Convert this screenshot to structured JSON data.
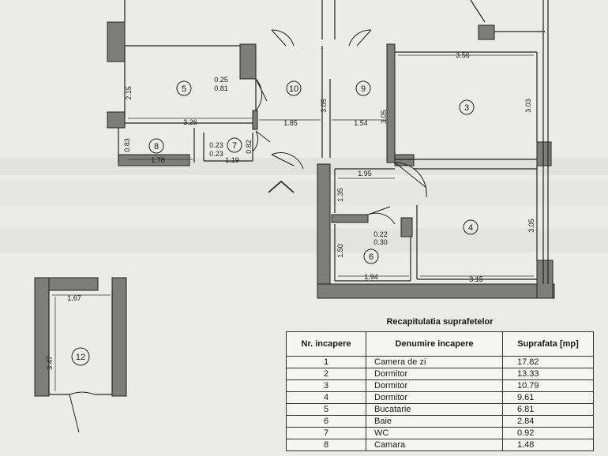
{
  "plan": {
    "rooms": [
      {
        "id": "5",
        "label": "5"
      },
      {
        "id": "10",
        "label": "10"
      },
      {
        "id": "9",
        "label": "9"
      },
      {
        "id": "3",
        "label": "3"
      },
      {
        "id": "8",
        "label": "8"
      },
      {
        "id": "7",
        "label": "7"
      },
      {
        "id": "4",
        "label": "4"
      },
      {
        "id": "6",
        "label": "6"
      },
      {
        "id": "12",
        "label": "12"
      }
    ],
    "dimensions": {
      "d_215": "2.15",
      "d_025a": "0.25",
      "d_081": "0.81",
      "d_326": "3.26",
      "d_083": "0.83",
      "d_178": "1.78",
      "d_023a": "0.23",
      "d_023b": "0.23",
      "d_119": "1.19",
      "d_082": "0.82",
      "d_185": "1.85",
      "d_305a": "3.05",
      "d_154": "1.54",
      "d_305b": "3.05",
      "d_356": "3.56",
      "d_303": "3.03",
      "d_195": "1.95",
      "d_135": "1.35",
      "d_022": "0.22",
      "d_030": "0.30",
      "d_150": "1.50",
      "d_194": "1.94",
      "d_315": "3.15",
      "d_305c": "3.05",
      "d_167": "1.67",
      "d_347": "3.47"
    }
  },
  "table": {
    "title": "Recapitulatia suprafetelor",
    "headers": [
      "Nr. incapere",
      "Denumire incapere",
      "Suprafata [mp]"
    ],
    "rows": [
      {
        "nr": "1",
        "name": "Camera de zi",
        "area": "17.82"
      },
      {
        "nr": "2",
        "name": "Dormitor",
        "area": "13.33"
      },
      {
        "nr": "3",
        "name": "Dormitor",
        "area": "10.79"
      },
      {
        "nr": "4",
        "name": "Dormitor",
        "area": "9.61"
      },
      {
        "nr": "5",
        "name": "Bucatarie",
        "area": "6.81"
      },
      {
        "nr": "6",
        "name": "Baie",
        "area": "2.84"
      },
      {
        "nr": "7",
        "name": "WC",
        "area": "0.92"
      },
      {
        "nr": "8",
        "name": "Camara",
        "area": "1.48"
      }
    ]
  }
}
